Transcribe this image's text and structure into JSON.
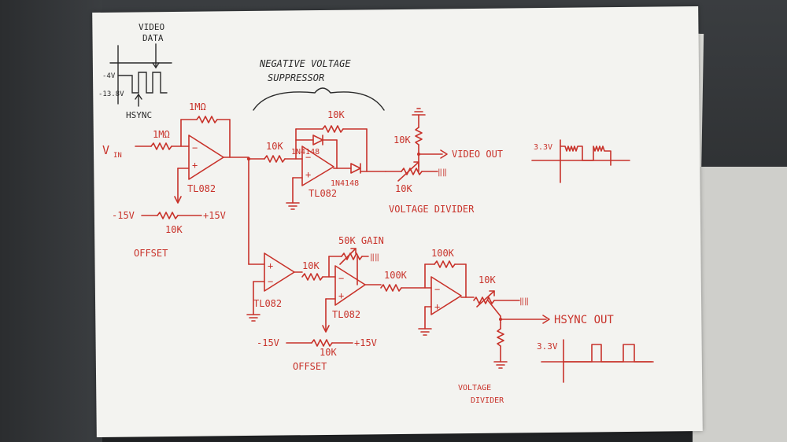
{
  "scope": {
    "video_data": "VIDEO\nDATA",
    "video_data_l1": "VIDEO",
    "video_data_l2": "DATA",
    "level_top": "-4V",
    "level_bottom": "-13.8V",
    "hsync": "HSYNC"
  },
  "header": {
    "title_l1": "NEGATIVE VOLTAGE",
    "title_l2": "SUPPRESSOR"
  },
  "input": {
    "label": "V",
    "subscript": "IN",
    "r_in": "1MΩ",
    "r_fb": "1MΩ",
    "opamp": "TL082"
  },
  "offset1": {
    "neg": "-15V",
    "pos": "+15V",
    "pot": "10K",
    "label": "OFFSET"
  },
  "suppressor": {
    "r_in": "10K",
    "r_fb": "10K",
    "diode1": "1N4148",
    "diode2": "1N4148",
    "opamp": "TL082"
  },
  "video_out": {
    "label": "VIDEO OUT",
    "r_top": "10K",
    "pot": "10K",
    "divider": "VOLTAGE DIVIDER",
    "level": "3.3V"
  },
  "hsync_chain": {
    "opamp1": "TL082",
    "r1": "10K",
    "gain": "50K GAIN",
    "opamp2": "TL082",
    "r2": "100K",
    "r_fb": "100K",
    "pot": "10K",
    "label": "HSYNC OUT",
    "level": "3.3V",
    "divider_l1": "VOLTAGE",
    "divider_l2": "DIVIDER"
  },
  "offset2": {
    "neg": "-15V",
    "pos": "+15V",
    "pot": "10K",
    "label": "OFFSET"
  },
  "colors": {
    "ink": "#c8322a",
    "pencil": "#2a2a2a",
    "paper": "#f3f3f0"
  }
}
